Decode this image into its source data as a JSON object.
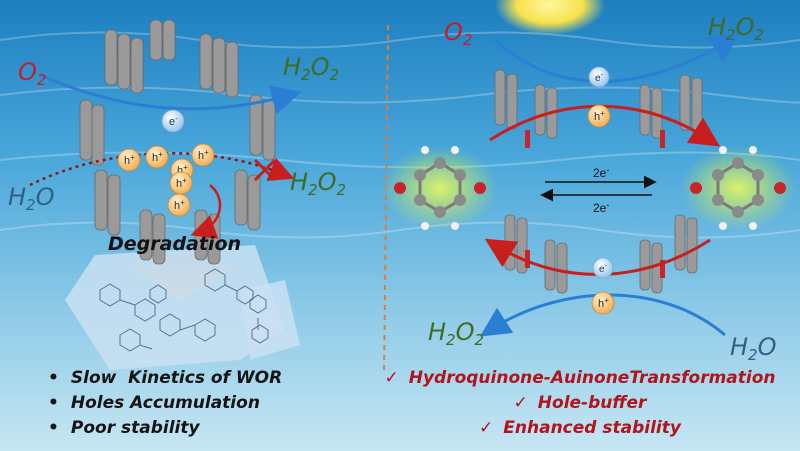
{
  "left_panel": {
    "o2": "O",
    "o2_sub": "2",
    "h2o2_top": "H",
    "h2o2_top_sub1": "2",
    "h2o2_top_mid": "O",
    "h2o2_top_sub2": "2",
    "h2o2_right": "H",
    "h2o2_right_sub1": "2",
    "h2o2_right_mid": "O",
    "h2o2_right_sub2": "2",
    "h2o": "H",
    "h2o_sub": "2",
    "h2o_end": "O",
    "electron": "e",
    "electron_sup": "-",
    "hole": "h",
    "hole_sup": "+",
    "degradation": "Degradation",
    "bullets": [
      "Slow  Kinetics of WOR",
      "Holes Accumulation",
      "Poor stability"
    ]
  },
  "right_panel": {
    "o2": "O",
    "o2_sub": "2",
    "h2o2_top": "H",
    "h2o2_top_sub1": "2",
    "h2o2_top_mid": "O",
    "h2o2_top_sub2": "2",
    "h2o2_bottom": "H",
    "h2o2_bottom_sub1": "2",
    "h2o2_bottom_mid": "O",
    "h2o2_bottom_sub2": "2",
    "h2o": "H",
    "h2o_sub": "2",
    "h2o_end": "O",
    "electron": "e",
    "electron_sup": "-",
    "hole": "h",
    "hole_sup": "+",
    "eq_top": "2e",
    "eq_top_sup": "-",
    "eq_bottom": "2e",
    "eq_bottom_sup": "-",
    "check": "✓",
    "bullets": [
      "Hydroquinone-AuinoneTransformation",
      "Hole-buffer",
      "Enhanced stability"
    ]
  },
  "colors": {
    "o2": "#c0202a",
    "h2o2": "#3f6b22",
    "h2o": "#335f86",
    "red_text": "#b0141c",
    "arrow_blue": "#2a7fd4",
    "arrow_red": "#c81e1e"
  }
}
